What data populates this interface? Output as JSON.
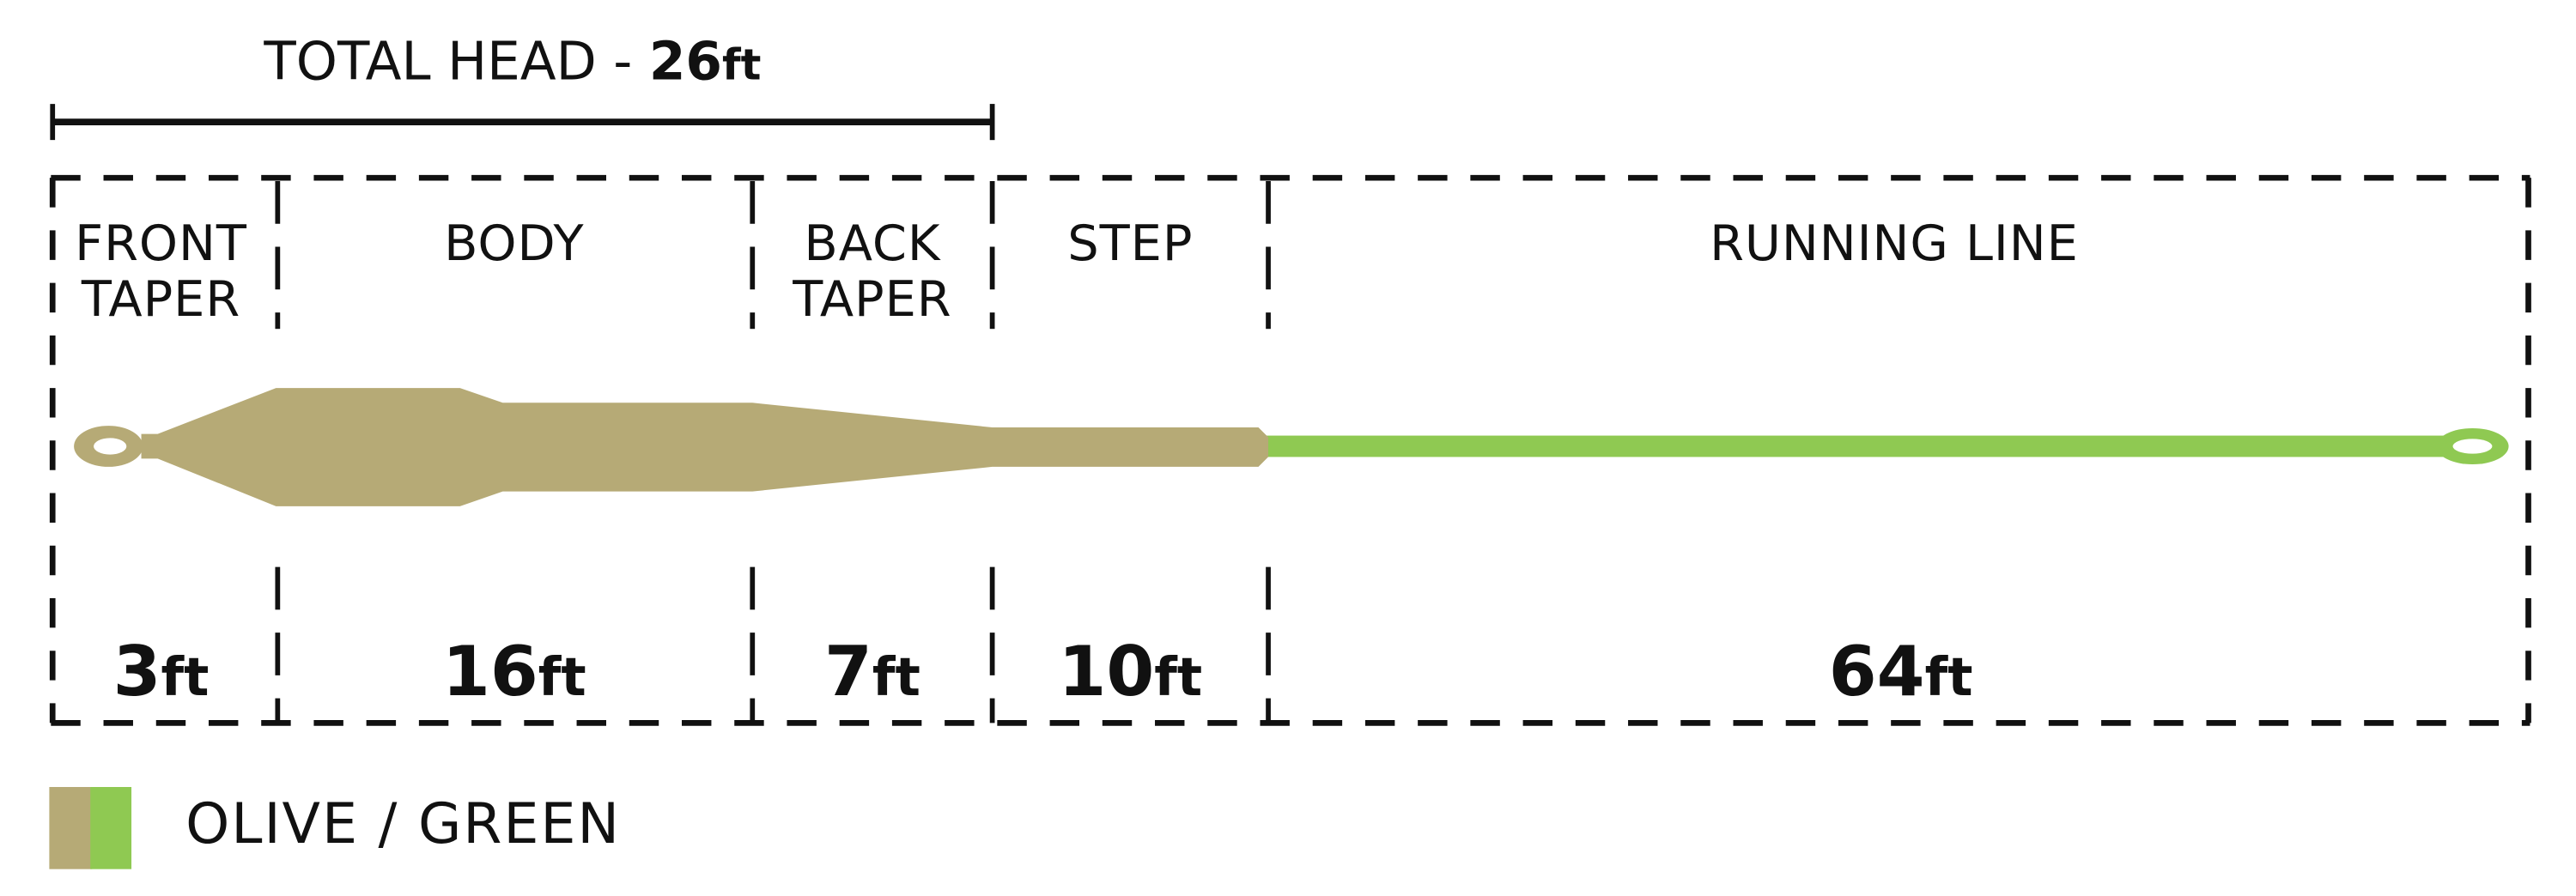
{
  "header": {
    "title_prefix": "TOTAL HEAD - ",
    "title_value": "26",
    "title_unit": "ft"
  },
  "sections": [
    {
      "label_line1": "FRONT",
      "label_line2": "TAPER",
      "length": "3",
      "unit": "ft"
    },
    {
      "label_line1": "BODY",
      "label_line2": "",
      "length": "16",
      "unit": "ft"
    },
    {
      "label_line1": "BACK",
      "label_line2": "TAPER",
      "length": "7",
      "unit": "ft"
    },
    {
      "label_line1": "STEP",
      "label_line2": "",
      "length": "10",
      "unit": "ft"
    },
    {
      "label_line1": "RUNNING LINE",
      "label_line2": "",
      "length": "64",
      "unit": "ft"
    }
  ],
  "legend": {
    "label": "OLIVE / GREEN",
    "swatches": [
      "olive",
      "green"
    ]
  },
  "colors": {
    "olive": "#B6AA76",
    "green": "#8FC952",
    "ink": "#111111",
    "background": "#FFFFFF"
  },
  "chart_data": {
    "type": "table",
    "title": "TOTAL HEAD - 26ft",
    "categories": [
      "FRONT TAPER",
      "BODY",
      "BACK TAPER",
      "STEP",
      "RUNNING LINE"
    ],
    "values": [
      3,
      16,
      7,
      10,
      64
    ],
    "unit": "ft",
    "total_head_ft": 26,
    "legend": [
      "OLIVE / GREEN"
    ]
  }
}
